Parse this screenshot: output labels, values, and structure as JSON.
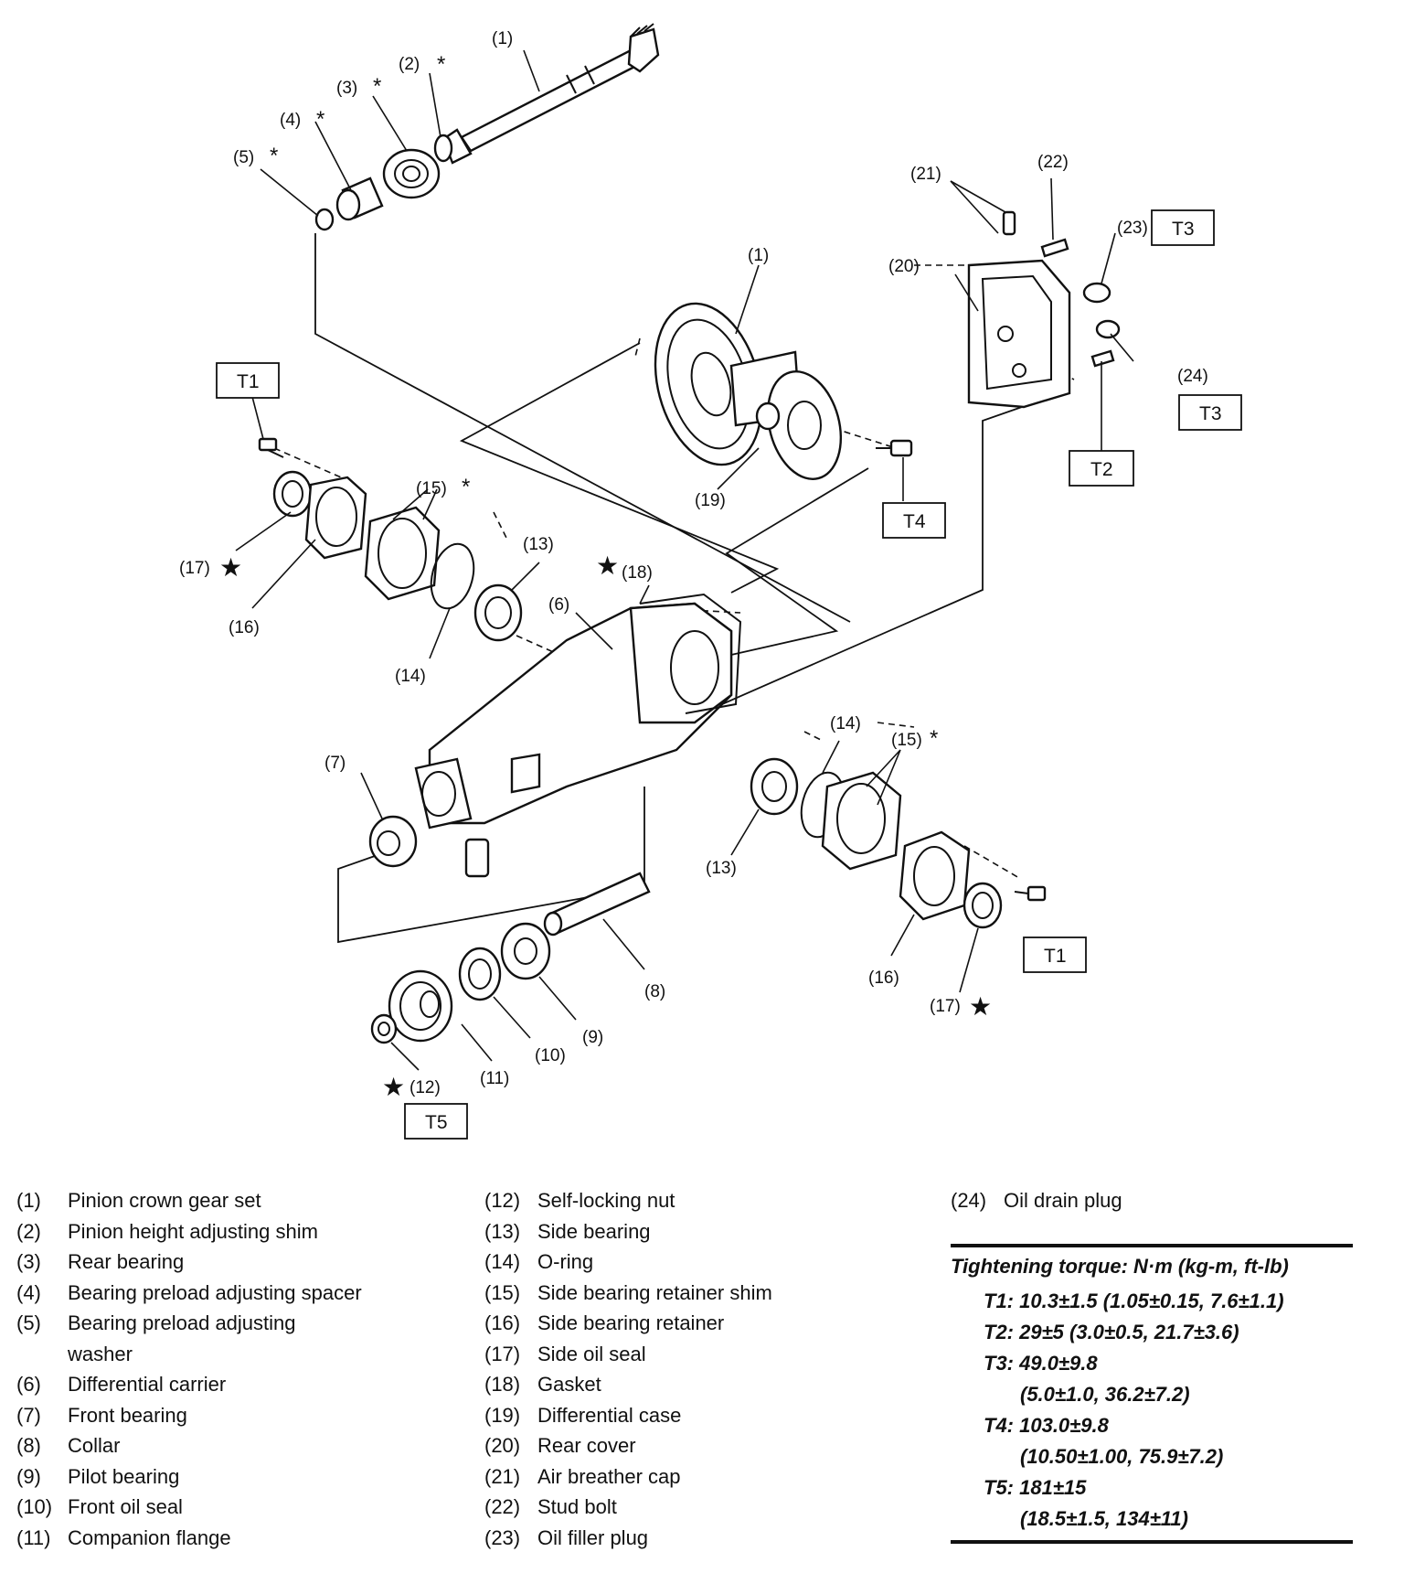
{
  "callouts": {
    "c1_top": "(1)",
    "c2": "(2)",
    "c3": "(3)",
    "c4": "(4)",
    "c5": "(5)",
    "c1_mid": "(1)",
    "c19": "(19)",
    "c20": "(20)",
    "c21": "(21)",
    "c22": "(22)",
    "c23": "(23)",
    "c24": "(24)",
    "c15_left": "(15)",
    "c17_left": "(17)",
    "c16_left": "(16)",
    "c13_left": "(13)",
    "c14_left": "(14)",
    "c18": "(18)",
    "c6": "(6)",
    "c7": "(7)",
    "c14_right": "(14)",
    "c15_right": "(15)",
    "c13_right": "(13)",
    "c16_right": "(16)",
    "c17_right": "(17)",
    "c8": "(8)",
    "c9": "(9)",
    "c10": "(10)",
    "c11": "(11)",
    "c12": "(12)"
  },
  "torque_boxes": {
    "t1_left": "T1",
    "t3_top": "T3",
    "t3_right": "T3",
    "t2": "T2",
    "t4": "T4",
    "t1_right": "T1",
    "t5": "T5"
  },
  "symbols": {
    "star": "★",
    "asterisk": "*"
  },
  "legend": {
    "col1": [
      {
        "num": "(1)",
        "name": "Pinion crown gear set"
      },
      {
        "num": "(2)",
        "name": "Pinion height adjusting shim"
      },
      {
        "num": "(3)",
        "name": "Rear bearing"
      },
      {
        "num": "(4)",
        "name": "Bearing preload adjusting spacer"
      },
      {
        "num": "(5)",
        "name": "Bearing preload adjusting"
      },
      {
        "num": "",
        "name": "washer"
      },
      {
        "num": "(6)",
        "name": "Differential carrier"
      },
      {
        "num": "(7)",
        "name": "Front bearing"
      },
      {
        "num": "(8)",
        "name": "Collar"
      },
      {
        "num": "(9)",
        "name": "Pilot bearing"
      },
      {
        "num": "(10)",
        "name": "Front oil seal"
      },
      {
        "num": "(11)",
        "name": "Companion flange"
      }
    ],
    "col2": [
      {
        "num": "(12)",
        "name": "Self-locking nut"
      },
      {
        "num": "(13)",
        "name": "Side bearing"
      },
      {
        "num": "(14)",
        "name": "O-ring"
      },
      {
        "num": "(15)",
        "name": "Side bearing retainer shim"
      },
      {
        "num": "(16)",
        "name": "Side bearing retainer"
      },
      {
        "num": "(17)",
        "name": "Side oil seal"
      },
      {
        "num": "(18)",
        "name": "Gasket"
      },
      {
        "num": "(19)",
        "name": "Differential case"
      },
      {
        "num": "(20)",
        "name": "Rear cover"
      },
      {
        "num": "(21)",
        "name": "Air breather cap"
      },
      {
        "num": "(22)",
        "name": "Stud bolt"
      },
      {
        "num": "(23)",
        "name": "Oil filler plug"
      }
    ],
    "col3": [
      {
        "num": "(24)",
        "name": "Oil drain plug"
      }
    ]
  },
  "torque": {
    "title": "Tightening torque: N·m (kg-m, ft-lb)",
    "t1": "T1: 10.3±1.5 (1.05±0.15, 7.6±1.1)",
    "t2": "T2: 29±5 (3.0±0.5, 21.7±3.6)",
    "t3a": "T3: 49.0±9.8",
    "t3b": "(5.0±1.0, 36.2±7.2)",
    "t4a": "T4: 103.0±9.8",
    "t4b": "(10.50±1.00, 75.9±7.2)",
    "t5a": "T5: 181±15",
    "t5b": "(18.5±1.5, 134±11)"
  }
}
